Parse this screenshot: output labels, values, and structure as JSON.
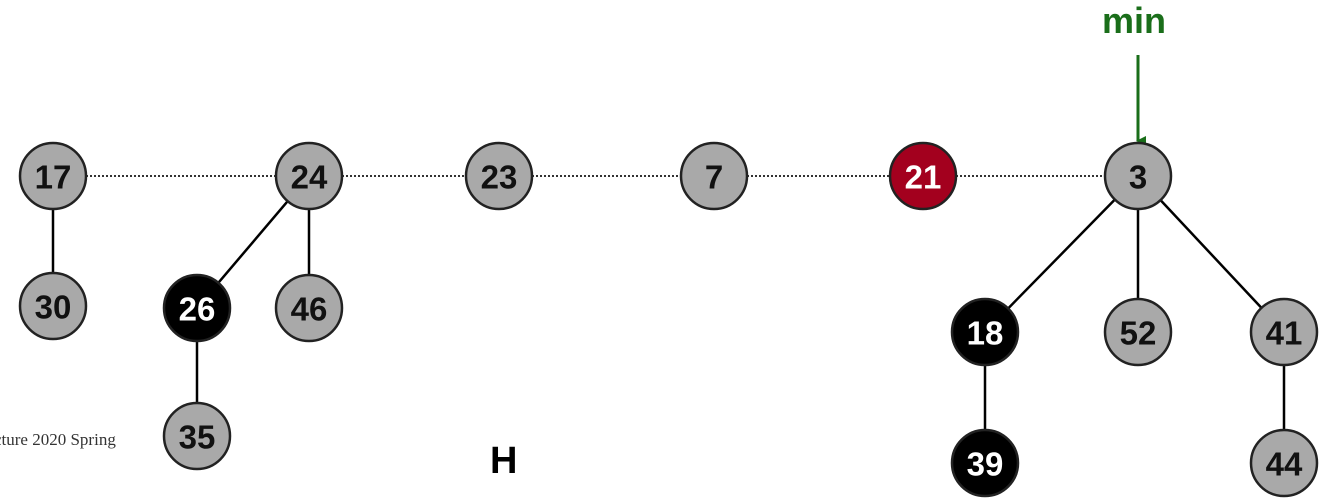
{
  "footer_text": "cture 2020 Spring",
  "heap_label": "H",
  "min_label": "min",
  "colors": {
    "unmarked": "#a9a9a9",
    "marked": "#000000",
    "highlight": "#a3001e",
    "pointer": "#1a6e1a",
    "edge": "#000000",
    "outline": "#222222"
  },
  "nodes": [
    {
      "id": "n17",
      "key": "17",
      "style": "unmarked"
    },
    {
      "id": "n30",
      "key": "30",
      "style": "unmarked"
    },
    {
      "id": "n24",
      "key": "24",
      "style": "unmarked"
    },
    {
      "id": "n26",
      "key": "26",
      "style": "marked"
    },
    {
      "id": "n46",
      "key": "46",
      "style": "unmarked"
    },
    {
      "id": "n35",
      "key": "35",
      "style": "unmarked"
    },
    {
      "id": "n23",
      "key": "23",
      "style": "unmarked"
    },
    {
      "id": "n7",
      "key": "7",
      "style": "unmarked"
    },
    {
      "id": "n21",
      "key": "21",
      "style": "highlight"
    },
    {
      "id": "n3",
      "key": "3",
      "style": "unmarked"
    },
    {
      "id": "n18",
      "key": "18",
      "style": "marked"
    },
    {
      "id": "n52",
      "key": "52",
      "style": "unmarked"
    },
    {
      "id": "n41",
      "key": "41",
      "style": "unmarked"
    },
    {
      "id": "n39",
      "key": "39",
      "style": "marked"
    },
    {
      "id": "n44",
      "key": "44",
      "style": "unmarked"
    }
  ],
  "root_list": [
    "n17",
    "n24",
    "n23",
    "n7",
    "n21",
    "n3"
  ],
  "edges": [
    {
      "from": "n17",
      "to": "n30"
    },
    {
      "from": "n24",
      "to": "n26"
    },
    {
      "from": "n24",
      "to": "n46"
    },
    {
      "from": "n26",
      "to": "n35"
    },
    {
      "from": "n3",
      "to": "n18"
    },
    {
      "from": "n3",
      "to": "n52"
    },
    {
      "from": "n3",
      "to": "n41"
    },
    {
      "from": "n18",
      "to": "n39"
    },
    {
      "from": "n41",
      "to": "n44"
    }
  ],
  "min_pointer": "n3"
}
